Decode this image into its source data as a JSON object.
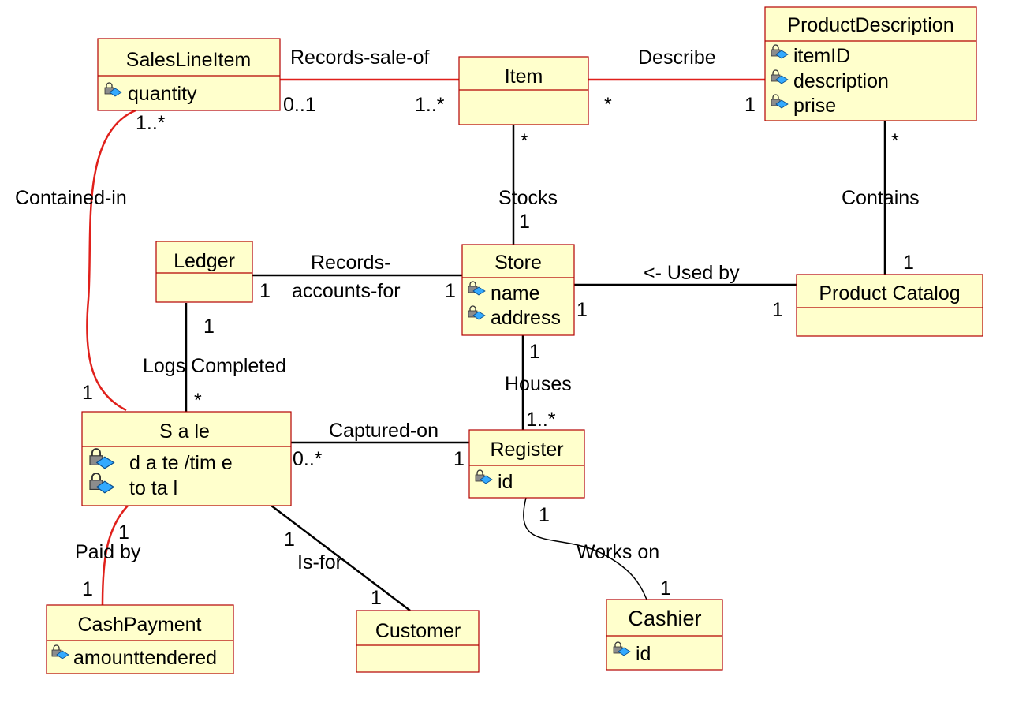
{
  "classes": {
    "sales_line_item": {
      "name": "SalesLineItem",
      "attributes": [
        "quantity"
      ]
    },
    "item": {
      "name": "Item",
      "attributes": []
    },
    "product_description": {
      "name": "ProductDescription",
      "attributes": [
        "itemID",
        "description",
        "prise"
      ]
    },
    "ledger": {
      "name": "Ledger",
      "attributes": []
    },
    "store": {
      "name": "Store",
      "attributes": [
        "name",
        "address"
      ]
    },
    "product_catalog": {
      "name": "Product Catalog",
      "attributes": []
    },
    "sale": {
      "name": "S a le",
      "attributes": [
        "d a te /tim e",
        "to ta l"
      ]
    },
    "register": {
      "name": "Register",
      "attributes": [
        "id"
      ]
    },
    "cash_payment": {
      "name": "CashPayment",
      "attributes": [
        "amounttendered"
      ]
    },
    "customer": {
      "name": "Customer",
      "attributes": []
    },
    "cashier": {
      "name": "Cashier",
      "attributes": [
        "id"
      ]
    }
  },
  "associations": {
    "records_sale_of": {
      "label": "Records-sale-of",
      "mult_a": "0..1",
      "mult_b": "1..*"
    },
    "describe": {
      "label": "Describe",
      "mult_a": "*",
      "mult_b": "1"
    },
    "stocks": {
      "label": "Stocks",
      "mult_a": "*",
      "mult_b": "1"
    },
    "contains": {
      "label": "Contains",
      "mult_a": "*",
      "mult_b": "1"
    },
    "contained_in": {
      "label": "Contained-in",
      "mult_a": "1..*",
      "mult_b": "1"
    },
    "records_accounts_for": {
      "label_line1": "Records-",
      "label_line2": "accounts-for",
      "mult_a": "1",
      "mult_b": "1"
    },
    "used_by": {
      "label": "<- Used by",
      "mult_a": "1",
      "mult_b": "1"
    },
    "logs_completed": {
      "label": "Logs Completed",
      "mult_a": "1",
      "mult_b": "*"
    },
    "houses": {
      "label": "Houses",
      "mult_a": "1",
      "mult_b": "1..*"
    },
    "captured_on": {
      "label": "Captured-on",
      "mult_a": "0..*",
      "mult_b": "1"
    },
    "paid_by": {
      "label": "Paid by",
      "mult_a": "1",
      "mult_b": "1"
    },
    "is_for": {
      "label": "Is-for",
      "mult_a": "1",
      "mult_b": "1"
    },
    "works_on": {
      "label": "Works on",
      "mult_a": "1",
      "mult_b": "1"
    }
  },
  "colors": {
    "class_fill": "#ffffcc",
    "class_border": "#b30000",
    "red_line": "#e0201b",
    "black_line": "#000000"
  },
  "icons": {
    "attribute": "lock-attribute-icon"
  }
}
